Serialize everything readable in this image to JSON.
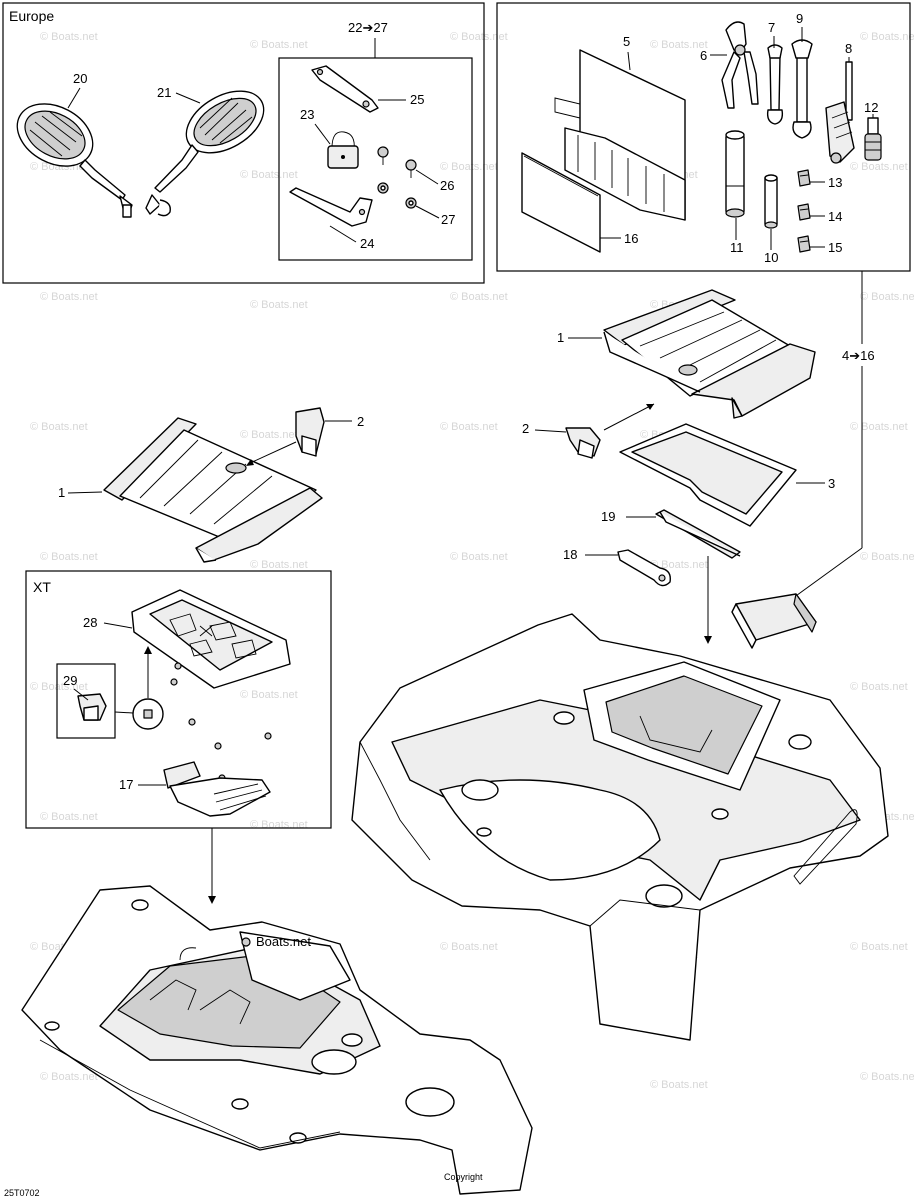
{
  "boxes": {
    "europe_title": "Europe",
    "xt_title": "XT"
  },
  "ranges": {
    "r22_27": "22➔27",
    "r4_16": "4➔16"
  },
  "callouts": {
    "c1a": "1",
    "c1b": "1",
    "c2a": "2",
    "c2b": "2",
    "c3": "3",
    "c5": "5",
    "c6": "6",
    "c7": "7",
    "c8": "8",
    "c9": "9",
    "c10": "10",
    "c11": "11",
    "c12": "12",
    "c13": "13",
    "c14": "14",
    "c15": "15",
    "c16": "16",
    "c17": "17",
    "c18": "18",
    "c19": "19",
    "c20": "20",
    "c21": "21",
    "c23": "23",
    "c24": "24",
    "c25": "25",
    "c26": "26",
    "c27": "27",
    "c28": "28",
    "c29": "29"
  },
  "footer": {
    "drawing_code": "25T0702",
    "copyright": "Copyright"
  },
  "watermark": {
    "text": "© Boats.net",
    "stamp": "Boats.net"
  }
}
